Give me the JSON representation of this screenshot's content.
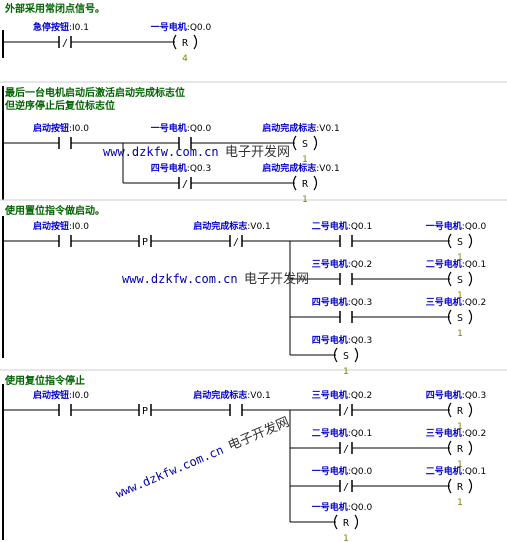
{
  "networks": [
    {
      "id": "n1",
      "title_lines": [
        "外部采用常闭点信号。"
      ],
      "elements": [
        {
          "id": "n1-estop",
          "kind": "contact-nc",
          "symbol": "急停按钮",
          "addr": "I0.1"
        },
        {
          "id": "n1-m1",
          "kind": "coil-reset",
          "symbol": "一号电机",
          "addr": "Q0.0",
          "glyph": "R",
          "param": "4"
        }
      ]
    },
    {
      "id": "n2",
      "title_lines": [
        "最后一台电机启动后激活启动完成标志位",
        "但逆序停止后复位标志位"
      ],
      "elements": [
        {
          "id": "n2-start",
          "kind": "contact-no",
          "symbol": "启动按钮",
          "addr": "I0.0"
        },
        {
          "id": "n2-m1",
          "kind": "contact-no",
          "symbol": "一号电机",
          "addr": "Q0.0"
        },
        {
          "id": "n2-flag-set",
          "kind": "coil-set",
          "symbol": "启动完成标志",
          "addr": "V0.1",
          "glyph": "S",
          "param": "1"
        },
        {
          "id": "n2-m4",
          "kind": "contact-nc",
          "symbol": "四号电机",
          "addr": "Q0.3"
        },
        {
          "id": "n2-flag-reset",
          "kind": "coil-reset",
          "symbol": "启动完成标志",
          "addr": "V0.1",
          "glyph": "R",
          "param": "1"
        }
      ]
    },
    {
      "id": "n3",
      "title_lines": [
        "使用置位指令做启动。"
      ],
      "elements": [
        {
          "id": "n3-start",
          "kind": "contact-no",
          "symbol": "启动按钮",
          "addr": "I0.0"
        },
        {
          "id": "n3-p",
          "kind": "edge-p",
          "glyph": "P"
        },
        {
          "id": "n3-flag",
          "kind": "contact-nc",
          "symbol": "启动完成标志",
          "addr": "V0.1"
        },
        {
          "id": "n3-m2c",
          "kind": "contact-no",
          "symbol": "二号电机",
          "addr": "Q0.1"
        },
        {
          "id": "n3-m1s",
          "kind": "coil-set",
          "symbol": "一号电机",
          "addr": "Q0.0",
          "glyph": "S",
          "param": "1"
        },
        {
          "id": "n3-m3c",
          "kind": "contact-no",
          "symbol": "三号电机",
          "addr": "Q0.2"
        },
        {
          "id": "n3-m2s",
          "kind": "coil-set",
          "symbol": "二号电机",
          "addr": "Q0.1",
          "glyph": "S",
          "param": "1"
        },
        {
          "id": "n3-m4c",
          "kind": "contact-no",
          "symbol": "四号电机",
          "addr": "Q0.3"
        },
        {
          "id": "n3-m3s",
          "kind": "coil-set",
          "symbol": "三号电机",
          "addr": "Q0.2",
          "glyph": "S",
          "param": "1"
        },
        {
          "id": "n3-m4s",
          "kind": "coil-set",
          "symbol": "四号电机",
          "addr": "Q0.3",
          "glyph": "S",
          "param": "1"
        }
      ]
    },
    {
      "id": "n4",
      "title_lines": [
        "使用复位指令停止"
      ],
      "elements": [
        {
          "id": "n4-start",
          "kind": "contact-no",
          "symbol": "启动按钮",
          "addr": "I0.0"
        },
        {
          "id": "n4-p",
          "kind": "edge-p",
          "glyph": "P"
        },
        {
          "id": "n4-flag",
          "kind": "contact-no",
          "symbol": "启动完成标志",
          "addr": "V0.1"
        },
        {
          "id": "n4-m3c",
          "kind": "contact-nc",
          "symbol": "三号电机",
          "addr": "Q0.2"
        },
        {
          "id": "n4-m4r",
          "kind": "coil-reset",
          "symbol": "四号电机",
          "addr": "Q0.3",
          "glyph": "R",
          "param": "1"
        },
        {
          "id": "n4-m2c",
          "kind": "contact-nc",
          "symbol": "二号电机",
          "addr": "Q0.1"
        },
        {
          "id": "n4-m3r",
          "kind": "coil-reset",
          "symbol": "三号电机",
          "addr": "Q0.2",
          "glyph": "R",
          "param": "1"
        },
        {
          "id": "n4-m1c",
          "kind": "contact-nc",
          "symbol": "一号电机",
          "addr": "Q0.0"
        },
        {
          "id": "n4-m2r",
          "kind": "coil-reset",
          "symbol": "二号电机",
          "addr": "Q0.1",
          "glyph": "R",
          "param": "1"
        },
        {
          "id": "n4-m1r",
          "kind": "coil-reset",
          "symbol": "一号电机",
          "addr": "Q0.0",
          "glyph": "R",
          "param": "1"
        }
      ]
    }
  ],
  "watermarks": [
    {
      "id": "wm1",
      "url": "www.dzkfw.com.cn",
      "name": "电子开发网"
    },
    {
      "id": "wm2",
      "url": "www.dzkfw.com.cn",
      "name": "电子开发网"
    },
    {
      "id": "wm3",
      "url": "www.dzkfw.com.cn",
      "name": "电子开发网"
    }
  ]
}
